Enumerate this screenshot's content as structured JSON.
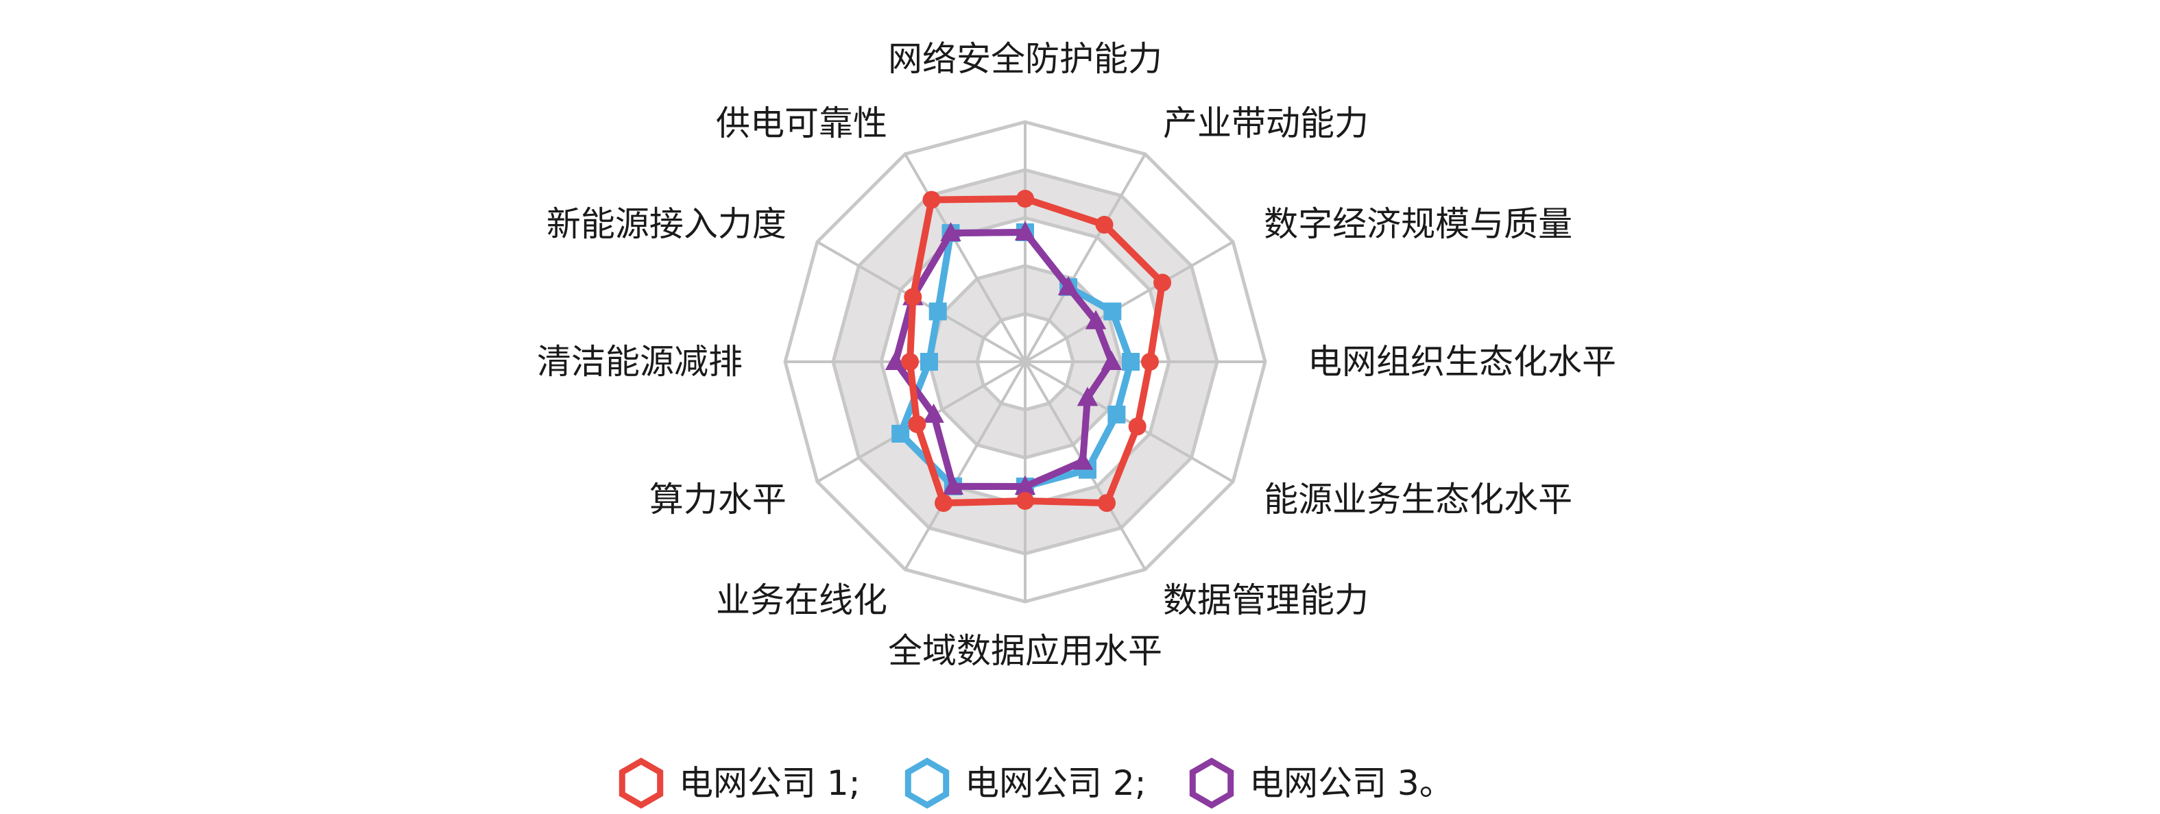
{
  "chart_data": {
    "type": "radar",
    "title": "",
    "axes": [
      "网络安全防护能力",
      "产业带动能力",
      "数字经济规模与质量",
      "电网组织生态化水平",
      "能源业务生态化水平",
      "数据管理能力",
      "全域数据应用水平",
      "业务在线化",
      "算力水平",
      "清洁能源减排",
      "新能源接入力度",
      "供电可靠性"
    ],
    "rings": 5,
    "range": [
      0,
      5
    ],
    "band_colors": [
      "#ffffff",
      "#e3e1e1",
      "#ffffff",
      "#e3e1e1",
      "#ffffff"
    ],
    "series": [
      {
        "name": "电网公司 1;",
        "color": "#e8453c",
        "marker": "circle",
        "values": [
          3.4,
          3.3,
          3.3,
          2.6,
          2.7,
          3.4,
          2.9,
          3.4,
          2.6,
          2.4,
          2.7,
          3.9
        ]
      },
      {
        "name": "电网公司 2;",
        "color": "#4eaee0",
        "marker": "square",
        "values": [
          2.7,
          1.8,
          2.1,
          2.2,
          2.2,
          2.6,
          2.6,
          3.0,
          3.0,
          2.0,
          2.1,
          3.1
        ]
      },
      {
        "name": "电网公司 3。",
        "color": "#8b3a9f",
        "marker": "triangle",
        "values": [
          2.7,
          1.8,
          1.7,
          1.8,
          1.5,
          2.4,
          2.6,
          3.0,
          2.2,
          2.7,
          2.7,
          3.1
        ]
      }
    ],
    "legend_position": "bottom"
  }
}
